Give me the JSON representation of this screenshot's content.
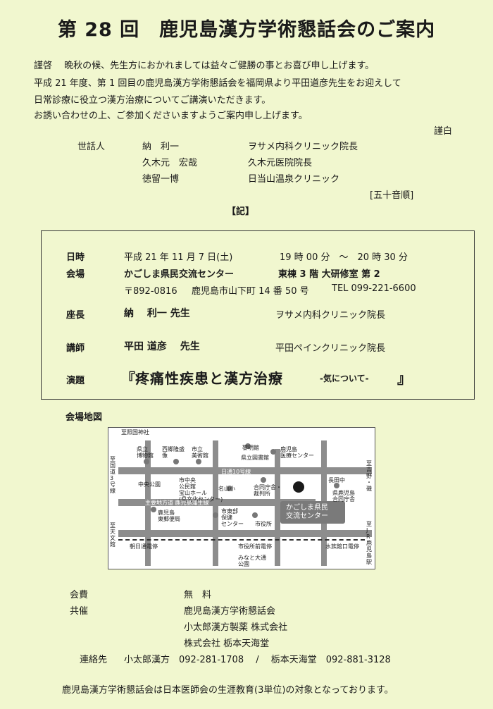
{
  "title": "第 28 回　鹿児島漢方学術懇話会のご案内",
  "greeting": {
    "line1": "謹啓　 晩秋の候、先生方におかれましては益々ご健勝の事とお喜び申し上げます。",
    "line2": "平成 21 年度、第 1 回目の鹿児島漢方学術懇話会を福岡県より平田道彦先生をお迎えして",
    "line3": "日常診療に役立つ漢方治療についてご講演いただきます。",
    "line4": "お誘い合わせの上、ご参加くださいますようご案内申し上げます。",
    "closing": "謹白"
  },
  "organizers": {
    "label": "世話人",
    "people": [
      {
        "name": "納　利一",
        "affiliation": "ヲサメ内科クリニック院長"
      },
      {
        "name": "久木元　宏哉",
        "affiliation": "久木元医院院長"
      },
      {
        "name": "徳留一博",
        "affiliation": "日当山温泉クリニック"
      }
    ],
    "order_note": "[五十音順]"
  },
  "ki_heading": "【記】",
  "event": {
    "datetime_label": "日時",
    "date": "平成 21 年 11 月  7 日(土)",
    "time": "19 時 00 分　～　20 時 30 分",
    "venue_label": "会場",
    "venue": "かごしま県民交流センター",
    "room": "東棟  3 階  大研修室  第 2",
    "postal": "〒892-0816",
    "address": "鹿児島市山下町 14 番 50 号",
    "tel": "TEL  099-221-6600",
    "chair_label": "座長",
    "chair_name": "納　 利一 先生",
    "chair_affiliation": "ヲサメ内科クリニック院長",
    "speaker_label": "講師",
    "speaker_name": "平田  道彦　  先生",
    "speaker_affiliation": "平田ペインクリニック院長",
    "topic_label": "演題",
    "topic_open": "『",
    "topic": "疼痛性疾患と漢方治療",
    "topic_sub": "-気について-",
    "topic_close": "』"
  },
  "map": {
    "heading": "会場地図",
    "labels": {
      "terukuni": "至照国神社",
      "museum": "県立\n博物館",
      "saigo": "西郷隆盛\n像",
      "art": "市立\n美術館",
      "reimeikan": "黎明館",
      "library": "県立図書館",
      "medical": "鹿児島\n医療センター",
      "r3": "至\n国\n道\n3\n号\n線",
      "yoshino": "至\n吉\n野\n・\n磯",
      "hinode": "日通10号線",
      "chuo_park": "中央公園",
      "city_hall_pub": "市中央\n公民館",
      "hoshan": "宝山ホール\n(県文化センター)",
      "meizan": "名山小",
      "govt": "合同庁舎・\n裁判所",
      "nagata": "長田中",
      "pref_office": "県鹿児島\n合同庁舎",
      "main_street": "主要地方道 鹿児島蒲生線",
      "post": "鹿児島\n東郵便局",
      "health": "市東部\n保健\nセンター",
      "city_office": "市役所",
      "venue_name": "かごしま県民\n交流センター",
      "tenmonkan": "至\n天\n文\n館",
      "jr": "至\nJ\nR\n鹿\n児\n島\n駅",
      "asahi": "朝日通電停",
      "shiyakusho_stop": "市役所前電停",
      "suizokukan": "水族館口電停",
      "minato": "みなと大通\n公園"
    }
  },
  "fee": {
    "label": "会費",
    "value": "無　料"
  },
  "cosponsor": {
    "label": "共催",
    "orgs": [
      "鹿児島漢方学術懇話会",
      "小太郎漢方製薬 株式会社",
      "株式会社 栃本天海堂"
    ]
  },
  "contact": {
    "label": "連絡先",
    "entries": "小太郎漢方　092-281-1708　 /　 栃本天海堂　092-881-3128"
  },
  "footer_note": "鹿児島漢方学術懇話会は日本医師会の生涯教育(3単位)の対象となっております。"
}
